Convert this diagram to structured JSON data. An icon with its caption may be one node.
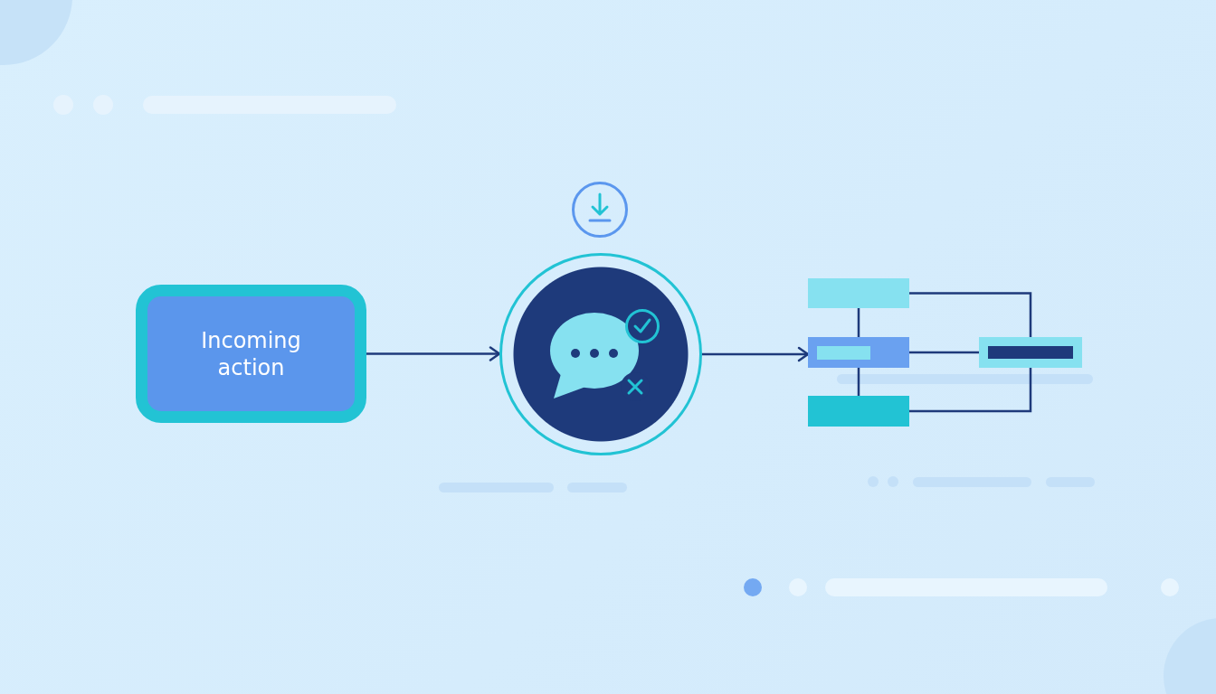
{
  "diagram": {
    "nodes": [
      {
        "text": [
          "Incoming action"
        ]
      },
      {
        "text": [],
        "shape": "circle"
      },
      {
        "text": [],
        "shape": "box"
      },
      {
        "text": [],
        "shape": "box"
      },
      {
        "text": [],
        "shape": "box"
      },
      {
        "text": [],
        "shape": "box"
      }
    ],
    "edges": [
      {
        "from": 0,
        "to": 1,
        "arrow": "to"
      },
      {
        "from": 1,
        "to": 3,
        "arrow": "to"
      },
      {
        "from": 2,
        "to": 3,
        "arrow": "none"
      },
      {
        "from": 3,
        "to": 4,
        "arrow": "none"
      },
      {
        "from": 3,
        "to": 5,
        "arrow": "none"
      },
      {
        "from": 2,
        "to": 5,
        "arrow": "none"
      },
      {
        "from": 4,
        "to": 5,
        "arrow": "none"
      }
    ]
  }
}
